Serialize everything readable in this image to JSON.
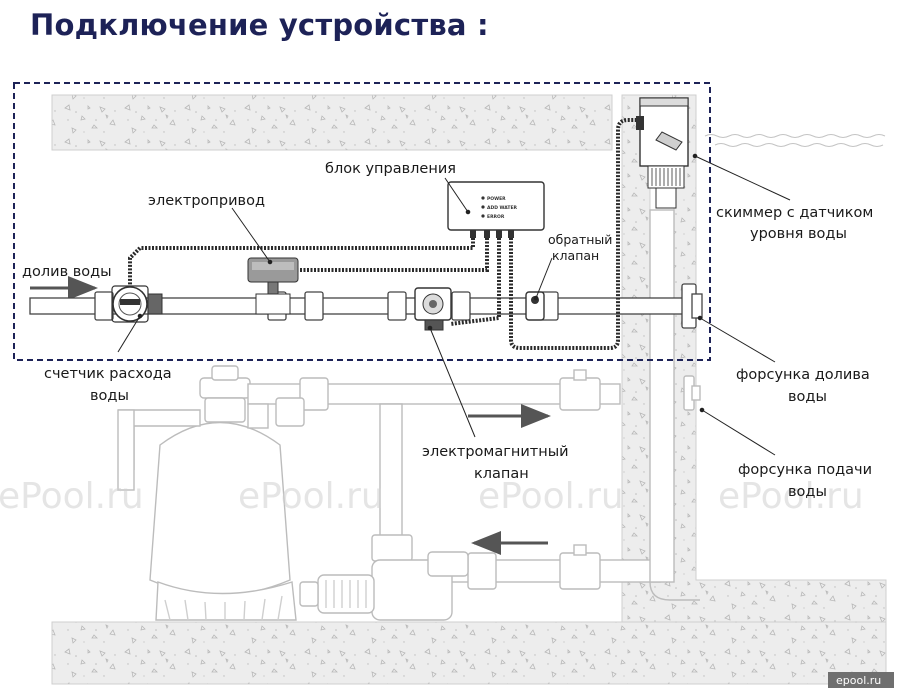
{
  "title": "Подключение устройства :",
  "labels": {
    "control_unit": "блок управления",
    "actuator": "электропривод",
    "water_fill": "долив воды",
    "check_valve_1": "обратный",
    "check_valve_2": "клапан",
    "skimmer_1": "скиммер с датчиком",
    "skimmer_2": "уровня воды",
    "flow_meter_1": "счетчик расхода",
    "flow_meter_2": "воды",
    "fill_nozzle_1": "форсунка долива",
    "fill_nozzle_2": "воды",
    "solenoid_1": "электромагнитный",
    "solenoid_2": "клапан",
    "supply_nozzle_1": "форсунка подачи",
    "supply_nozzle_2": "воды"
  },
  "panel": {
    "power": "POWER",
    "add_water": "ADD WATER",
    "error": "ERROR"
  },
  "watermarks": [
    "ePool.ru",
    "ePool.ru",
    "ePool.ru",
    "ePool.ru"
  ],
  "corner_watermark": "epool.ru",
  "colors": {
    "title": "#1d2257",
    "dashed_box": "#1d2257",
    "pipe_outline": "#bcbcbc",
    "cable": "#2a2a2a",
    "arrow": "#555555"
  }
}
